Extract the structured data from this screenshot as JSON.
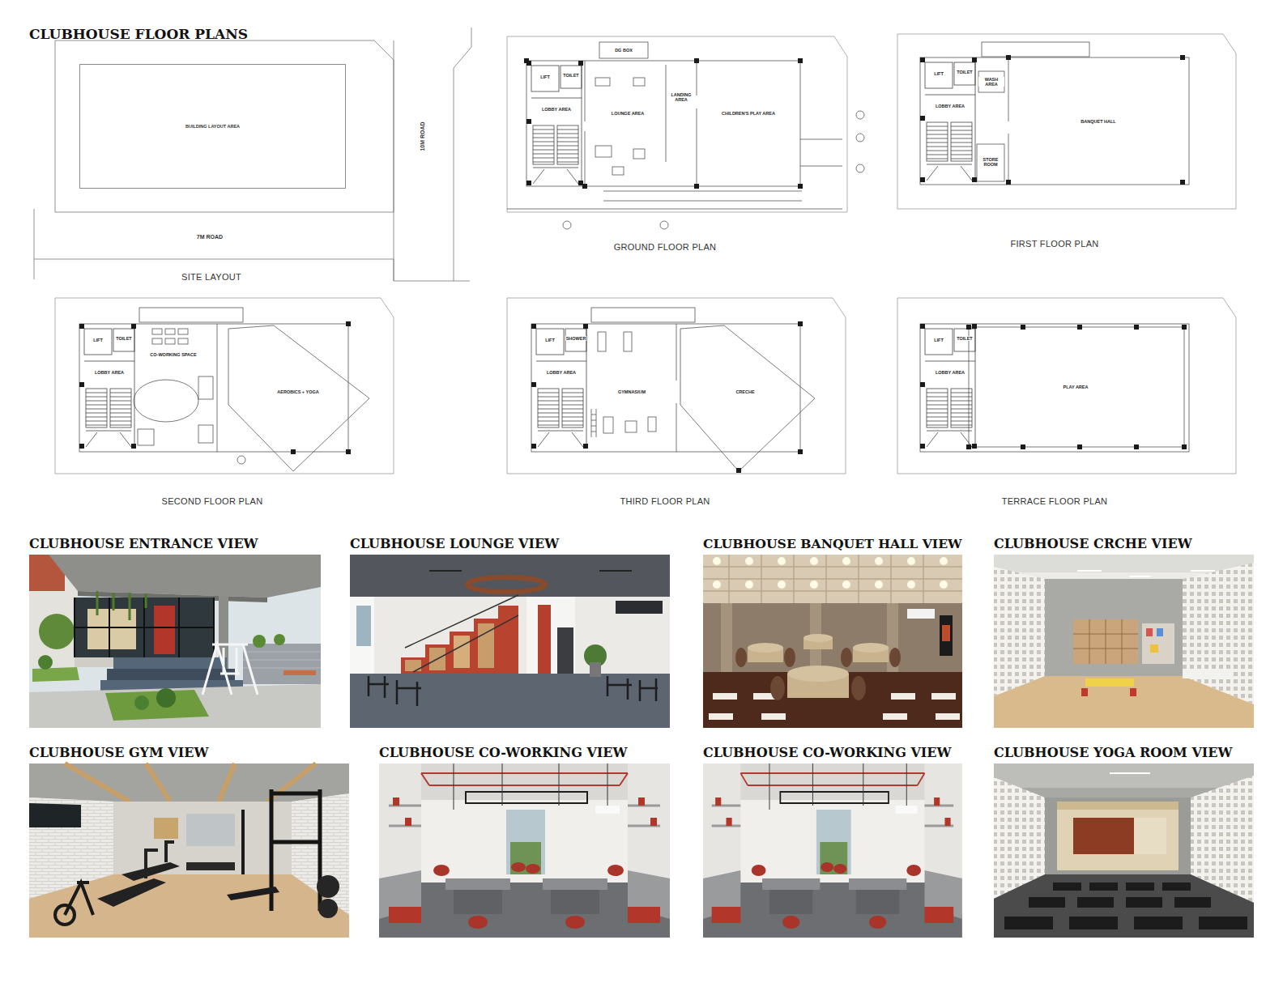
{
  "diagram": {
    "title": "CLUBHOUSE FLOOR PLANS",
    "nodes": [
      {
        "text": [
          "SITE LAYOUT"
        ]
      },
      {
        "text": [
          "BUILDING LAYOUT AREA"
        ],
        "in": 0
      },
      {
        "text": [
          "GROUND FLOOR PLAN"
        ]
      },
      {
        "text": [
          "LIFT"
        ],
        "in": 2
      },
      {
        "text": [
          "TOILET"
        ],
        "in": 2
      },
      {
        "text": [
          "LOBBY AREA"
        ],
        "in": 2
      },
      {
        "text": [
          "DG BOX"
        ],
        "in": 2
      },
      {
        "text": [
          "LOUNGE AREA"
        ],
        "in": 2
      },
      {
        "text": [
          "LANDING AREA"
        ],
        "in": 2
      },
      {
        "text": [
          "CHILDREN'S PLAY AREA"
        ],
        "in": 2
      },
      {
        "text": [
          "FIRST FLOOR PLAN"
        ]
      },
      {
        "text": [
          "LIFT"
        ],
        "in": 10
      },
      {
        "text": [
          "TOILET"
        ],
        "in": 10
      },
      {
        "text": [
          "WASH AREA"
        ],
        "in": 10
      },
      {
        "text": [
          "LOBBY AREA"
        ],
        "in": 10
      },
      {
        "text": [
          "STORE ROOM"
        ],
        "in": 10
      },
      {
        "text": [
          "BANQUET HALL"
        ],
        "in": 10
      },
      {
        "text": [
          "SECOND FLOOR PLAN"
        ]
      },
      {
        "text": [
          "LIFT"
        ],
        "in": 17
      },
      {
        "text": [
          "TOILET"
        ],
        "in": 17
      },
      {
        "text": [
          "LOBBY AREA"
        ],
        "in": 17
      },
      {
        "text": [
          "CO-WORKING SPACE"
        ],
        "in": 17
      },
      {
        "text": [
          "AEROBICS + YOGA"
        ],
        "in": 17
      },
      {
        "text": [
          "THIRD FLOOR PLAN"
        ]
      },
      {
        "text": [
          "LIFT"
        ],
        "in": 23
      },
      {
        "text": [
          "SHOWER"
        ],
        "in": 23
      },
      {
        "text": [
          "LOBBY AREA"
        ],
        "in": 23
      },
      {
        "text": [
          "GYMNASIUM"
        ],
        "in": 23
      },
      {
        "text": [
          "CRECHE"
        ],
        "in": 23
      },
      {
        "text": [
          "TERRACE FLOOR PLAN"
        ]
      },
      {
        "text": [
          "LIFT"
        ],
        "in": 29
      },
      {
        "text": [
          "TOILET"
        ],
        "in": 29
      },
      {
        "text": [
          "LOBBY AREA"
        ],
        "in": 29
      },
      {
        "text": [
          "PLAY AREA"
        ],
        "in": 29
      },
      {
        "text": [
          "CLUBHOUSE ENTRANCE VIEW"
        ]
      },
      {
        "text": [
          "CLUBHOUSE LOUNGE VIEW"
        ]
      },
      {
        "text": [
          "CLUBHOUSE BANQUET HALL VIEW"
        ]
      },
      {
        "text": [
          "CLUBHOUSE CRCHE VIEW"
        ]
      },
      {
        "text": [
          "CLUBHOUSE GYM VIEW"
        ]
      },
      {
        "text": [
          "CLUBHOUSE CO-WORKING VIEW"
        ]
      },
      {
        "text": [
          "CLUBHOUSE CO-WORKING VIEW"
        ]
      },
      {
        "text": [
          "CLUBHOUSE YOGA ROOM VIEW"
        ]
      }
    ],
    "labels": [
      "7M ROAD",
      "10M ROAD"
    ]
  }
}
